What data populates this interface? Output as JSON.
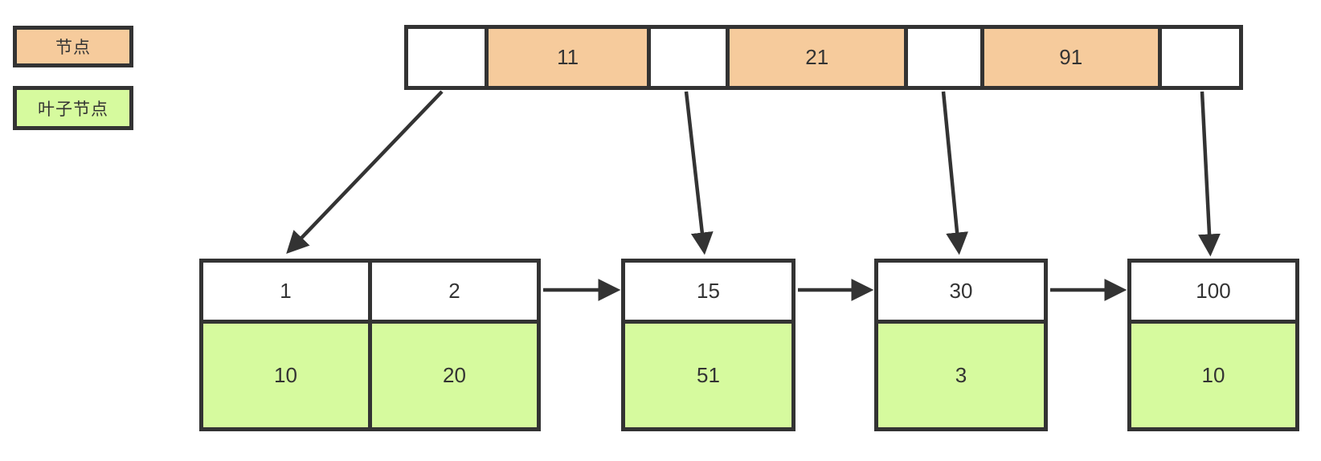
{
  "legend": {
    "items": [
      {
        "label": "节点",
        "color": "#f6cb9c"
      },
      {
        "label": "叶子节点",
        "color": "#d6fa9e"
      }
    ]
  },
  "root": {
    "cells": [
      {
        "type": "pointer",
        "label": ""
      },
      {
        "type": "key",
        "label": "11"
      },
      {
        "type": "pointer",
        "label": ""
      },
      {
        "type": "key",
        "label": "21"
      },
      {
        "type": "pointer",
        "label": ""
      },
      {
        "type": "key",
        "label": "91"
      },
      {
        "type": "pointer",
        "label": ""
      }
    ]
  },
  "leaves": [
    {
      "keys": [
        "1",
        "2"
      ],
      "values": [
        "10",
        "20"
      ]
    },
    {
      "keys": [
        "15"
      ],
      "values": [
        "51"
      ]
    },
    {
      "keys": [
        "30"
      ],
      "values": [
        "3"
      ]
    },
    {
      "keys": [
        "100"
      ],
      "values": [
        "10"
      ]
    }
  ],
  "colors": {
    "node_fill": "#f6cb9c",
    "leaf_fill": "#d6fa9e",
    "stroke": "#333333",
    "background": "#ffffff"
  }
}
